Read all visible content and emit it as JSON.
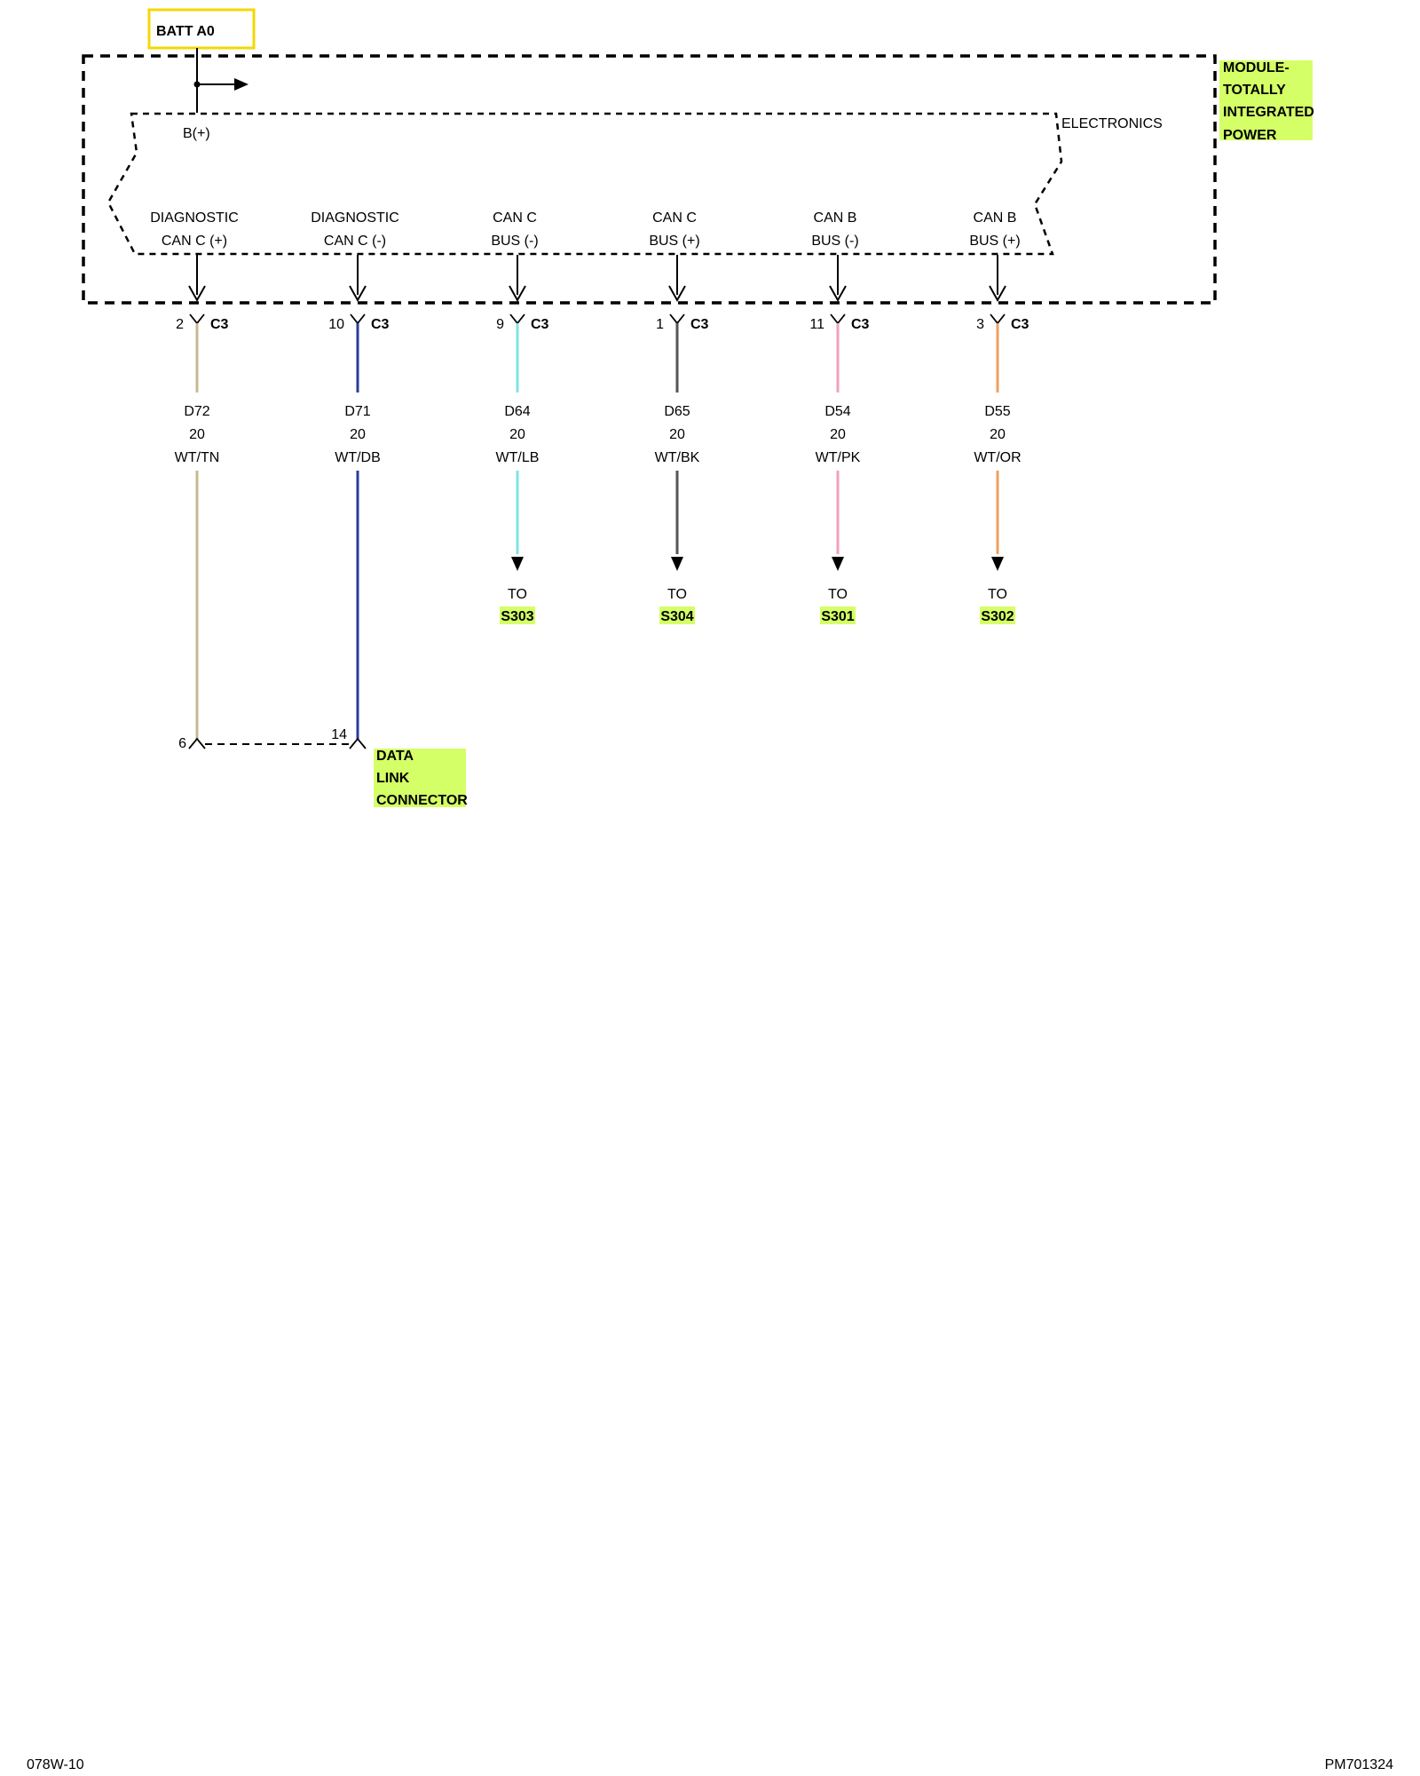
{
  "battery": {
    "label": "BATT A0",
    "frame_color": "#f5d800"
  },
  "module": {
    "name_lines": [
      "MODULE-",
      "TOTALLY",
      "INTEGRATED",
      "POWER"
    ],
    "sub_label": "ELECTRONICS",
    "supply_label": "B(+)",
    "highlight_color": "#d4ff66"
  },
  "connector_id": "C3",
  "circuits": [
    {
      "func_lines": [
        "DIAGNOSTIC",
        "CAN C (+)"
      ],
      "pin": "2",
      "code": "D72",
      "gauge": "20",
      "color_code": "WT/TN",
      "wire_color": "#c8b890",
      "dest_prefix": "",
      "dest": ""
    },
    {
      "func_lines": [
        "DIAGNOSTIC",
        "CAN C (-)"
      ],
      "pin": "10",
      "code": "D71",
      "gauge": "20",
      "color_code": "WT/DB",
      "wire_color": "#2b3e9c",
      "dest_prefix": "",
      "dest": ""
    },
    {
      "func_lines": [
        "CAN C",
        "BUS (-)"
      ],
      "pin": "9",
      "code": "D64",
      "gauge": "20",
      "color_code": "WT/LB",
      "wire_color": "#7fe3e3",
      "dest_prefix": "TO",
      "dest": "S303"
    },
    {
      "func_lines": [
        "CAN C",
        "BUS (+)"
      ],
      "pin": "1",
      "code": "D65",
      "gauge": "20",
      "color_code": "WT/BK",
      "wire_color": "#555555",
      "dest_prefix": "TO",
      "dest": "S304"
    },
    {
      "func_lines": [
        "CAN B",
        "BUS (-)"
      ],
      "pin": "11",
      "code": "D54",
      "gauge": "20",
      "color_code": "WT/PK",
      "wire_color": "#f0a0bc",
      "dest_prefix": "TO",
      "dest": "S301"
    },
    {
      "func_lines": [
        "CAN B",
        "BUS (+)"
      ],
      "pin": "3",
      "code": "D55",
      "gauge": "20",
      "color_code": "WT/OR",
      "wire_color": "#f0a060",
      "dest_prefix": "TO",
      "dest": "S302"
    }
  ],
  "data_link": {
    "pins": [
      "6",
      "14"
    ],
    "name_lines": [
      "DATA",
      "LINK",
      "CONNECTOR"
    ]
  },
  "footer": {
    "left": "078W-10",
    "right": "PM701324"
  }
}
